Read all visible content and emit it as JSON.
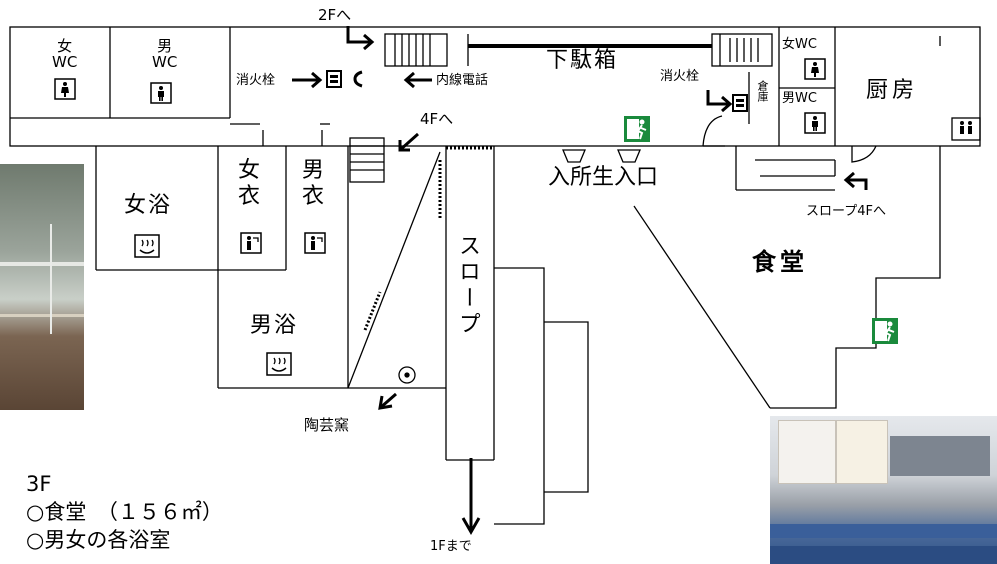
{
  "floor": "3F",
  "rooms": {
    "womens_wc": "女\nWC",
    "mens_wc": "男\nWC",
    "womens_wc_right": "女WC",
    "mens_wc_right": "男WC",
    "shoe_box": "下駄箱",
    "kitchen": "厨房",
    "womens_bath": "女浴",
    "womens_changing": "女\n衣",
    "mens_changing": "男\n衣",
    "mens_bath": "男浴",
    "dining": "食堂",
    "slope": "スロープ",
    "storage": "倉庫"
  },
  "labels": {
    "to_2f": "2Fへ",
    "to_4f": "4Fへ",
    "hydrant_left": "消火栓",
    "hydrant_right": "消火栓",
    "extension_phone": "内線電話",
    "resident_entrance": "入所生入口",
    "slope_to_4f": "スロープ4Fへ",
    "pottery_kiln": "陶芸窯",
    "to_1f": "1Fまで"
  },
  "legend": {
    "line1": "3F",
    "line2": "○食堂　（１５６㎡）",
    "line3": "○男女の各浴室"
  },
  "icons": [
    "womens-toilet-icon",
    "mens-toilet-icon",
    "bath-icon",
    "changing-room-icon",
    "emergency-exit-icon",
    "fire-hydrant-icon",
    "phone-icon",
    "pottery-kiln-icon"
  ],
  "colors": {
    "exit_green": "#1a8a3c",
    "line": "#000000",
    "photo_left": "#8f8c7c",
    "photo_right": "#d9dde3"
  }
}
